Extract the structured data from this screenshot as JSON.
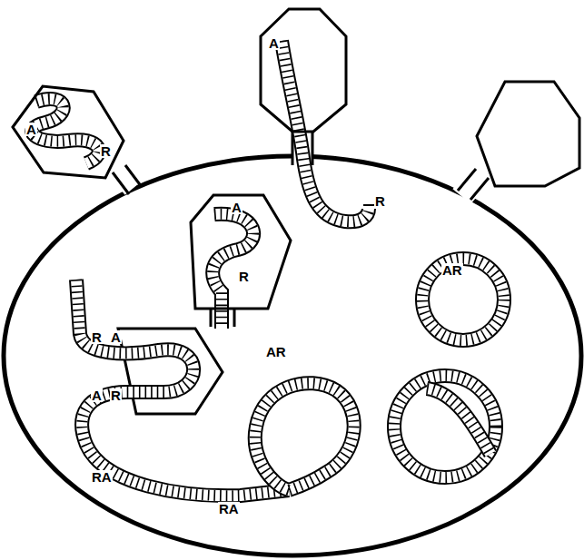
{
  "diagram": {
    "nodes": [
      {
        "text": [
          "A",
          "R"
        ]
      },
      {
        "text": [
          "A"
        ]
      },
      {
        "text": [
          "A",
          "R"
        ]
      }
    ],
    "labels": [
      "R",
      "R",
      "A",
      "A",
      "R",
      "RA",
      "RA",
      "AR",
      "AR"
    ]
  }
}
